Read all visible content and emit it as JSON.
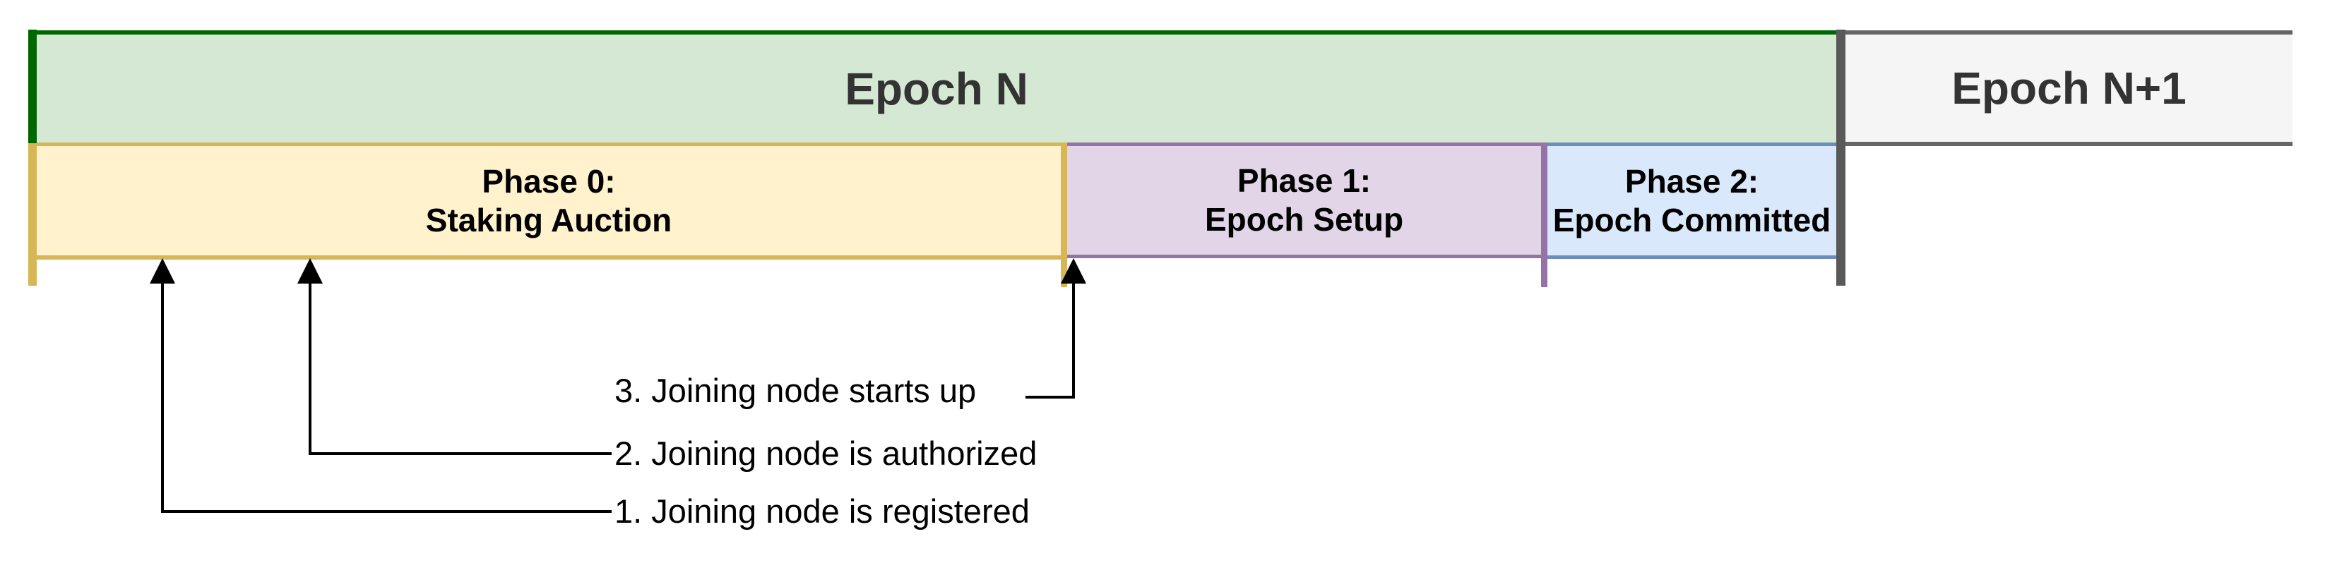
{
  "epochs": [
    {
      "label": "Epoch N"
    },
    {
      "label": "Epoch N+1"
    }
  ],
  "phases": [
    {
      "line1": "Phase 0:",
      "line2": "Staking Auction"
    },
    {
      "line1": "Phase 1:",
      "line2": "Epoch Setup"
    },
    {
      "line1": "Phase 2:",
      "line2": "Epoch Committed"
    }
  ],
  "annotations": [
    {
      "label": "1. Joining node is registered"
    },
    {
      "label": "2. Joining node is authorized"
    },
    {
      "label": "3. Joining node starts up"
    }
  ],
  "colors": {
    "epoch_n_fill": "#d5e8d4",
    "epoch_n_stroke": "#006600",
    "epoch_n1_fill": "#f5f5f5",
    "epoch_n1_stroke": "#666666",
    "phase0_fill": "#fff2cc",
    "phase0_stroke": "#d6b656",
    "phase1_fill": "#e1d5e7",
    "phase1_stroke": "#9673a6",
    "phase2_fill": "#dae8fc",
    "phase2_stroke": "#6c8ebf",
    "epoch_boundary_line": "#595959",
    "arrow": "#000000",
    "epoch_text": "#333333",
    "phase_text": "#000000"
  }
}
